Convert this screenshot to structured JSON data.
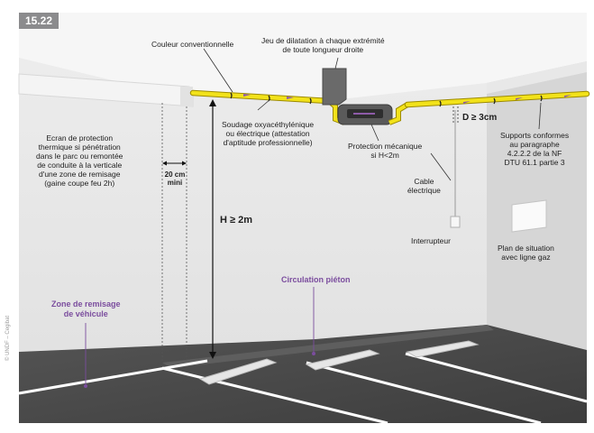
{
  "figure_number": "15.22",
  "credit": "© UNDF – Cegibat",
  "labels": {
    "couleur": "Couleur conventionnelle",
    "jeu_1": "Jeu de dilatation à chaque extrémité",
    "jeu_2": "de toute longueur droite",
    "ecran": [
      "Ecran de protection",
      "thermique si pénétration",
      "dans le parc ou remontée",
      "de conduite à la verticale",
      "d'une zone de remisage",
      "(gaine coupe feu 2h)"
    ],
    "dist_1": "20 cm",
    "dist_2": "mini",
    "soudage": [
      "Soudage oxyacéthylénique",
      "ou électrique (attestation",
      "d'aptitude professionnelle)"
    ],
    "protection": [
      "Protection mécanique",
      "si H<2m"
    ],
    "d_value": "D ≥ 3cm",
    "supports": [
      "Supports conformes",
      "au paragraphe",
      "4.2.2.2 de la NF",
      "DTU 61.1 partie 3"
    ],
    "cable": [
      "Cable",
      "électrique"
    ],
    "h_value": "H ≥ 2m",
    "interrupteur": "Interrupteur",
    "plan": [
      "Plan de situation",
      "avec ligne gaz"
    ],
    "circulation": "Circulation piéton",
    "zone": [
      "Zone de remisage",
      "de véhicule"
    ]
  },
  "colors": {
    "pipe": "#f2e21a",
    "pipe_edge": "#b8a400",
    "arrow": "#8e5ba8",
    "ceiling": "#efefef",
    "wall": "#e6e6e6",
    "wall_right": "#d9d9d9",
    "floor": "#474747",
    "purple_text": "#7b4d9e"
  }
}
